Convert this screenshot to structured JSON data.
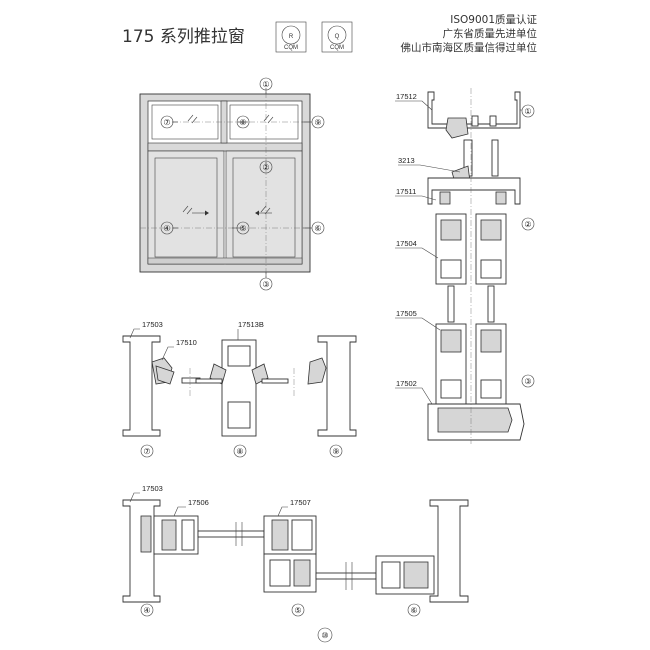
{
  "header": {
    "title": "175 系列推拉窗",
    "logo_r_mark": "R",
    "logo_q_mark": "Q",
    "logo_caption": "CQM",
    "cert_lines": [
      "ISO9001质量认证",
      "广东省质量先进单位",
      "佛山市南海区质量信得过单位"
    ]
  },
  "elevation": {
    "markers": [
      "①",
      "②",
      "③",
      "④",
      "⑤",
      "⑥",
      "⑦",
      "⑧",
      "⑨"
    ]
  },
  "vertical_section": {
    "codes": [
      "17512",
      "3213",
      "17511",
      "17504",
      "17505",
      "17502"
    ],
    "markers": [
      "①",
      "②",
      "③"
    ]
  },
  "sections_789": {
    "codes": [
      "17503",
      "17510",
      "17513B"
    ],
    "markers": [
      "⑦",
      "⑧",
      "⑨"
    ]
  },
  "sections_456": {
    "codes": [
      "17503",
      "17506",
      "17507"
    ],
    "markers": [
      "④",
      "⑤",
      "⑥"
    ]
  },
  "page_number": "⑩"
}
